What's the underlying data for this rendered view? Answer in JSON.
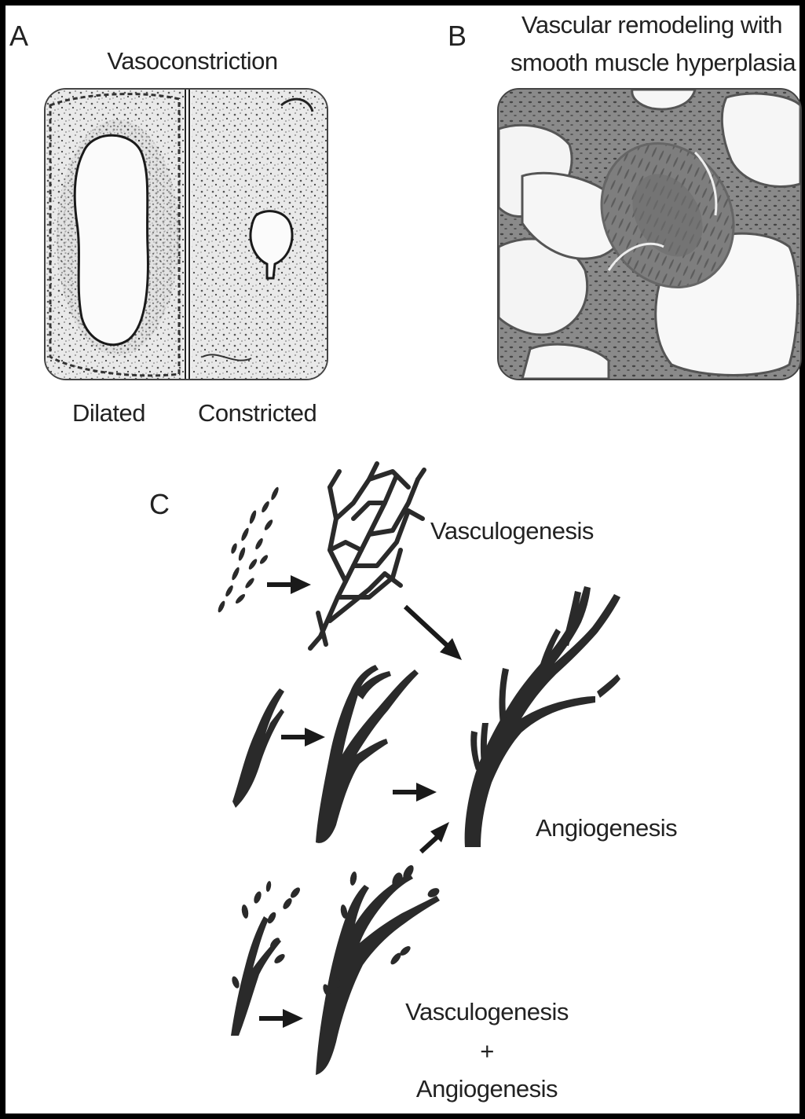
{
  "panels": {
    "a": {
      "letter": "A",
      "title": "Vasoconstriction",
      "label_left": "Dilated",
      "label_right": "Constricted"
    },
    "b": {
      "letter": "B",
      "title_line1": "Vascular remodeling with",
      "title_line2": "smooth muscle hyperplasia"
    },
    "c": {
      "letter": "C",
      "label_vasculogenesis": "Vasculogenesis",
      "label_angiogenesis": "Angiogenesis",
      "label_combo_line1": "Vasculogenesis",
      "label_combo_plus": "+",
      "label_combo_line2": "Angiogenesis"
    }
  },
  "colors": {
    "ink": "#2a2a2a",
    "frame": "#000000",
    "tissue": "#8c8c8c",
    "background": "#ffffff"
  }
}
